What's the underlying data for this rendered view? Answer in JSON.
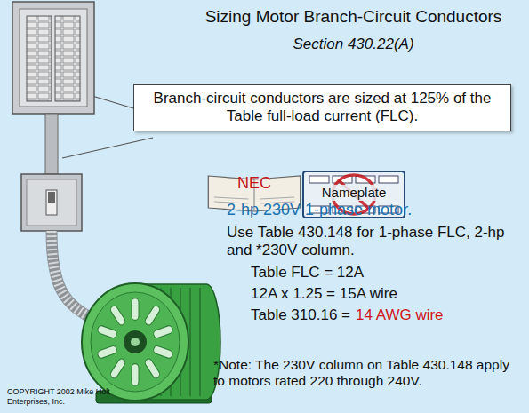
{
  "diagram": {
    "title": "Sizing Motor Branch-Circuit Conductors",
    "nodes": [
      {
        "text": [
          "Branch-circuit conductors are sized at 125% of the Table full-load current (FLC)."
        ]
      },
      {
        "text": [
          "NEC"
        ]
      },
      {
        "text": [
          "Nameplate"
        ]
      }
    ],
    "labels": [
      "Section 430.22(A)",
      "2-hp 230V 1-phase motor.",
      "Use Table 430.148 for 1-phase FLC, 2-hp and *230V column.",
      "Table FLC = 12A",
      "12A x 1.25 = 15A wire",
      "Table 310.16 =",
      "14 AWG wire",
      "*Note: The 230V column on Table 430.148 apply to motors rated 220 through 240V.",
      "COPYRIGHT 2002 Mike Holt Enterprises, Inc."
    ]
  }
}
